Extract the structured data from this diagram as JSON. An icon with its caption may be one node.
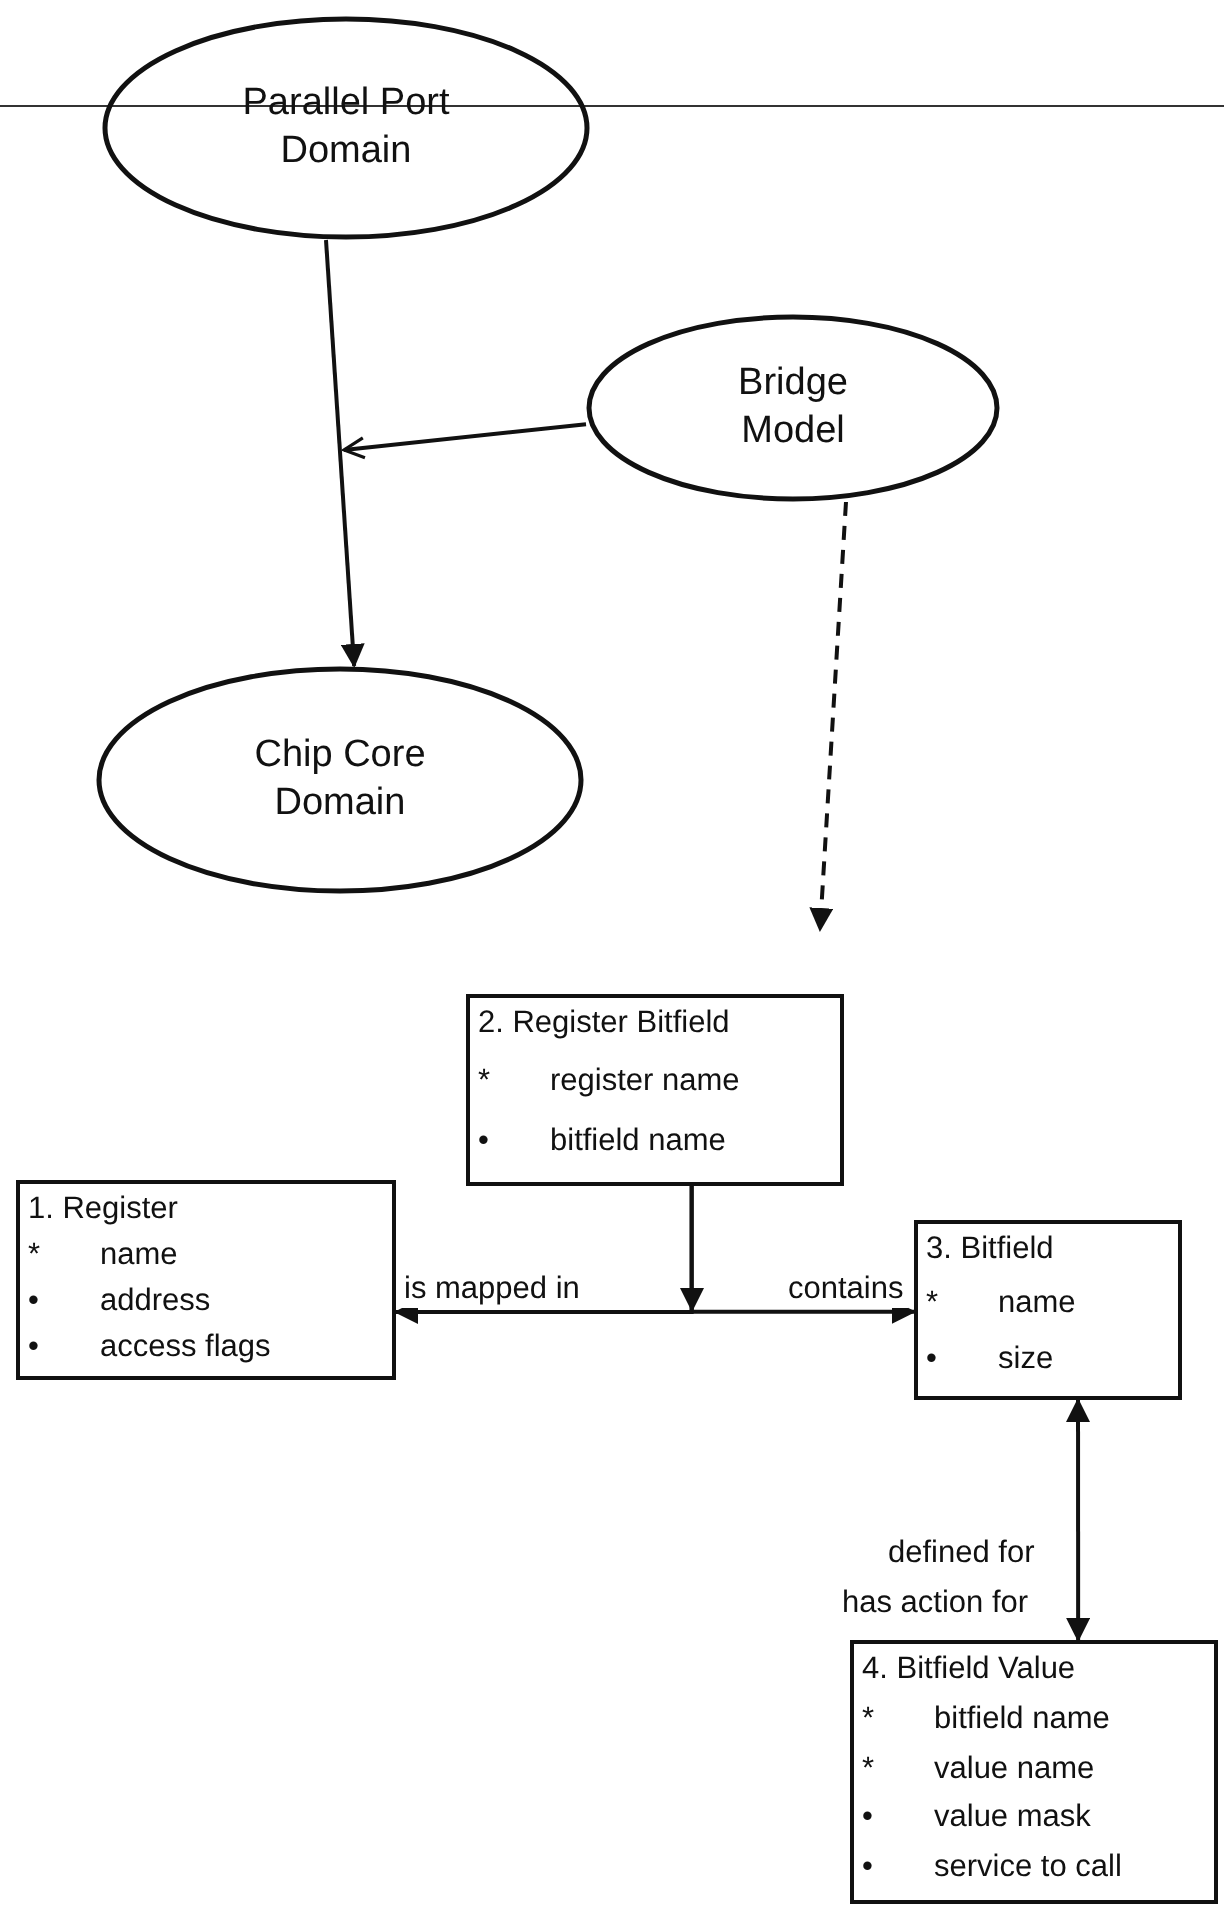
{
  "diagram": {
    "nodes": [
      {
        "text": [
          "Parallel Port Domain"
        ]
      },
      {
        "text": [
          "Bridge Model"
        ]
      },
      {
        "text": [
          "Chip Core Domain"
        ]
      },
      {
        "text": [
          "1. Register",
          "*",
          "name",
          "•",
          "address",
          "•",
          "access flags"
        ]
      },
      {
        "text": [
          "2. Register Bitfield",
          "*",
          "register name",
          "•",
          "bitfield name"
        ]
      },
      {
        "text": [
          "3. Bitfield",
          "*",
          "name",
          "•",
          "size"
        ]
      },
      {
        "text": [
          "4. Bitfield Value",
          "*",
          "bitfield name",
          "*",
          "value name",
          "•",
          "value mask",
          "•",
          "service to call"
        ]
      }
    ],
    "edges": [
      {
        "from": 0,
        "to": 2,
        "arrow": "to"
      },
      {
        "from": 1,
        "to": null,
        "arrow": "to"
      },
      {
        "from": 1,
        "to": null,
        "arrow": "to",
        "style": "dashed"
      },
      {
        "from": 4,
        "to": 3,
        "arrow": "to",
        "label": "is mapped in"
      },
      {
        "from": 4,
        "to": 5,
        "arrow": "to",
        "label": "contains"
      },
      {
        "from": 5,
        "to": 6,
        "arrow": "both",
        "label": "defined for"
      }
    ],
    "labels": [
      "has action for"
    ]
  }
}
